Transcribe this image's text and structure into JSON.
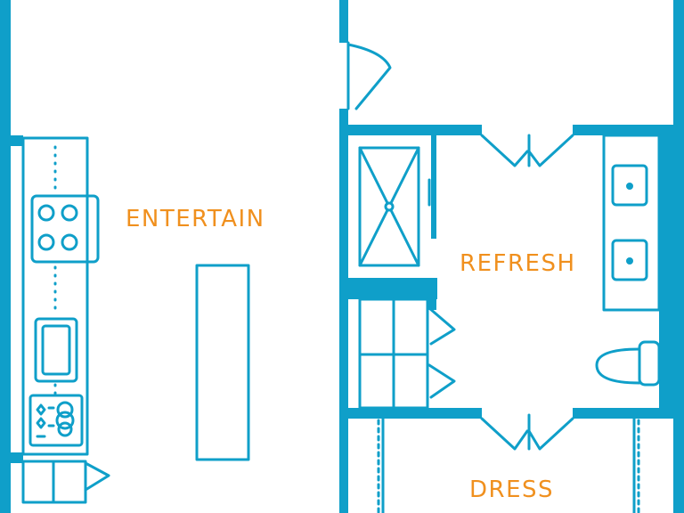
{
  "colors": {
    "wall": "#0f9fc9",
    "label": "#f0901e",
    "background": "#ffffff"
  },
  "rooms": {
    "entertain": "ENTERTAIN",
    "refresh": "REFRESH",
    "dress": "DRESS"
  },
  "fixtures": [
    "cooktop-icon",
    "kitchen-sink-icon",
    "dishwasher-icon",
    "kitchen-island",
    "shower-icon",
    "vanity-sink-icon",
    "toilet-icon",
    "closet-icon"
  ]
}
